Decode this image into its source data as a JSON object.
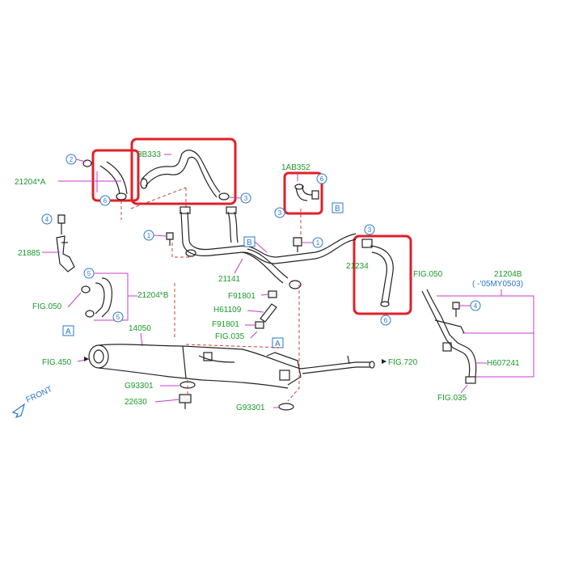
{
  "labels": {
    "p21204A": "21204*A",
    "p3B333": "3B333",
    "p1AB352": "1AB352",
    "p21885": "21885",
    "p21204B_left": "21204*B",
    "fig050_left": "FIG.050",
    "p21141": "21141",
    "p14050": "14050",
    "f91801_a": "F91801",
    "h61109": "H61109",
    "f91801_b": "F91801",
    "fig035_mid": "FIG.035",
    "fig450": "FIG.450",
    "g93301_a": "G93301",
    "p22630": "22630",
    "g93301_b": "G93301",
    "fig720": "FIG.720",
    "p21234": "21234",
    "fig050_right": "FIG.050",
    "p21204B_right": "21204B",
    "note_05my": "( -'05MY0503)",
    "h607241": "H607241",
    "fig035_right": "FIG.035",
    "front": "FRONT"
  },
  "callouts": {
    "c1": "1",
    "c2": "2",
    "c3": "3",
    "c4": "4",
    "c5": "5",
    "c6": "6"
  },
  "refs": {
    "A": "A",
    "B": "B"
  },
  "colors": {
    "label_green": "#1a9a2a",
    "callout_blue": "#2a78c8",
    "leader_magenta": "#c83cc8",
    "highlight_red": "#e0202a"
  }
}
